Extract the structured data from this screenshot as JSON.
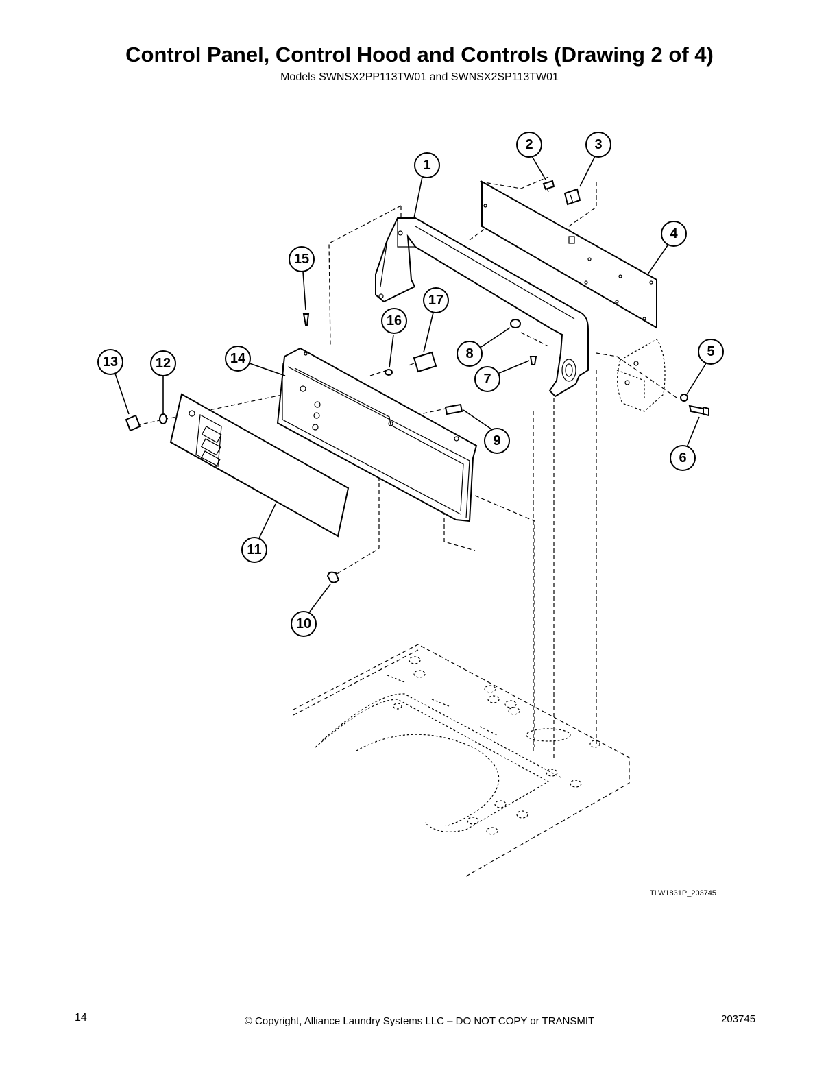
{
  "header": {
    "title": "Control Panel, Control Hood and Controls (Drawing 2 of 4)",
    "subtitle": "Models SWNSX2PP113TW01 and SWNSX2SP113TW01"
  },
  "drawing": {
    "drawing_id": "TLW1831P_203745",
    "callouts": [
      "1",
      "2",
      "3",
      "4",
      "5",
      "6",
      "7",
      "8",
      "9",
      "10",
      "11",
      "12",
      "13",
      "14",
      "15",
      "16",
      "17"
    ]
  },
  "footer": {
    "page_number": "14",
    "copyright": "© Copyright, Alliance Laundry Systems LLC – DO NOT COPY or TRANSMIT",
    "document_number": "203745"
  }
}
